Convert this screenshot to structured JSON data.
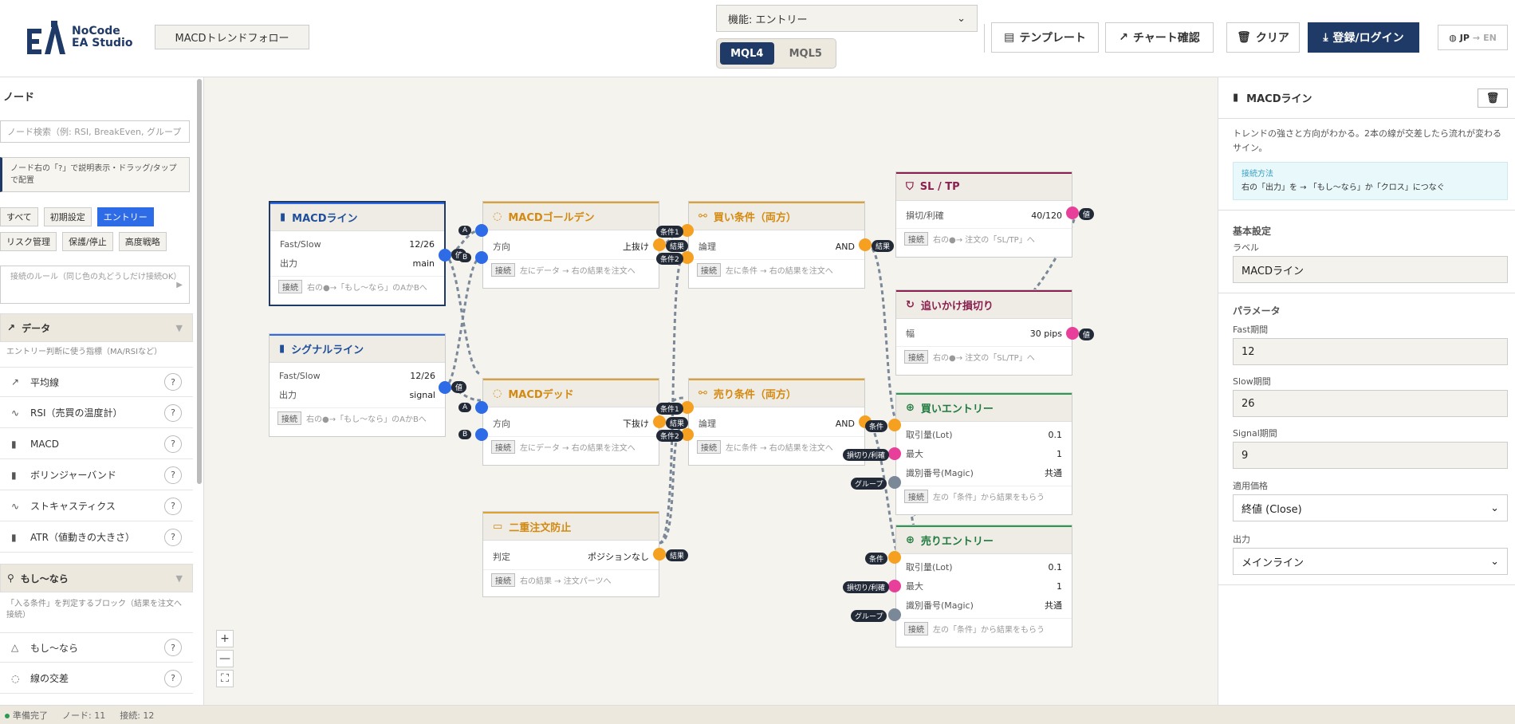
{
  "header": {
    "logo_line1": "NoCode",
    "logo_line2": "EA Studio",
    "strategy_name": "MACDトレンドフォロー",
    "function_select": "機能: エントリー",
    "mql4": "MQL4",
    "mql5": "MQL5",
    "template_btn": "テンプレート",
    "chart_btn": "チャート確認",
    "clear_btn": "クリア",
    "login_btn": "登録/ログイン",
    "lang_jp": "JP",
    "lang_arrow": "→",
    "lang_en": "EN"
  },
  "left": {
    "title": "ノード",
    "search_placeholder": "ノード検索（例: RSI, BreakEven, グループ",
    "help": "ノード右の「?」で説明表示・ドラッグ/タップで配置",
    "chips": [
      "すべて",
      "初期設定",
      "エントリー",
      "リスク管理",
      "保護/停止",
      "高度戦略"
    ],
    "rule": "接続のルール（同じ色の丸どうしだけ接続OK）",
    "cat_data": "データ",
    "cat_data_desc": "エントリー判断に使う指標（MA/RSIなど）",
    "items_data": [
      "平均線",
      "RSI（売買の温度計）",
      "MACD",
      "ボリンジャーバンド",
      "ストキャスティクス",
      "ATR（値動きの大きさ）"
    ],
    "cat_if": "もし〜なら",
    "cat_if_desc": "「入る条件」を判定するブロック（結果を注文へ接続）",
    "items_if": [
      "もし〜なら",
      "線の交差"
    ],
    "q": "?"
  },
  "nodes": {
    "macd_line": {
      "title": "MACDライン",
      "r1k": "Fast/Slow",
      "r1v": "12/26",
      "r2k": "出力",
      "r2v": "main",
      "tag": "接続",
      "foot": "右の●→「もし〜なら」のAかBへ"
    },
    "signal_line": {
      "title": "シグナルライン",
      "r1k": "Fast/Slow",
      "r1v": "12/26",
      "r2k": "出力",
      "r2v": "signal",
      "tag": "接続",
      "foot": "右の●→「もし〜なら」のAかBへ"
    },
    "golden": {
      "title": "MACDゴールデン",
      "r1k": "方向",
      "r1v": "上抜け",
      "tag": "接続",
      "foot": "左にデータ → 右の結果を注文へ"
    },
    "dead": {
      "title": "MACDデッド",
      "r1k": "方向",
      "r1v": "下抜け",
      "tag": "接続",
      "foot": "左にデータ → 右の結果を注文へ"
    },
    "buy_cond": {
      "title": "買い条件（両方）",
      "r1k": "論理",
      "r1v": "AND",
      "tag": "接続",
      "foot": "左に条件 → 右の結果を注文へ"
    },
    "sell_cond": {
      "title": "売り条件（両方）",
      "r1k": "論理",
      "r1v": "AND",
      "tag": "接続",
      "foot": "左に条件 → 右の結果を注文へ"
    },
    "double": {
      "title": "二重注文防止",
      "r1k": "判定",
      "r1v": "ポジションなし",
      "tag": "接続",
      "foot": "右の結果 → 注文パーツへ"
    },
    "sltp": {
      "title": "SL / TP",
      "r1k": "損切/利確",
      "r1v": "40/120",
      "tag": "接続",
      "foot": "右の●→ 注文の「SL/TP」へ"
    },
    "trail": {
      "title": "追いかけ損切り",
      "r1k": "幅",
      "r1v": "30 pips",
      "tag": "接続",
      "foot": "右の●→ 注文の「SL/TP」へ"
    },
    "buy_entry": {
      "title": "買いエントリー",
      "r1k": "取引量(Lot)",
      "r1v": "0.1",
      "r2k": "最大",
      "r2v": "1",
      "r3k": "識別番号(Magic)",
      "r3v": "共通",
      "tag": "接続",
      "foot": "左の「条件」から結果をもらう"
    },
    "sell_entry": {
      "title": "売りエントリー",
      "r1k": "取引量(Lot)",
      "r1v": "0.1",
      "r2k": "最大",
      "r2v": "1",
      "r3k": "識別番号(Magic)",
      "r3v": "共通",
      "tag": "接続",
      "foot": "左の「条件」から結果をもらう"
    }
  },
  "ports": {
    "value": "値",
    "a": "A",
    "b": "B",
    "cond1": "条件1",
    "cond2": "条件2",
    "result": "結果",
    "cond": "条件",
    "sltp": "損切り/利確",
    "group": "グループ"
  },
  "zoom": {
    "in": "+",
    "out": "—",
    "fit": "⛶"
  },
  "right": {
    "title": "MACDライン",
    "desc": "トレンドの強さと方向がわかる。2本の線が交差したら流れが変わるサイン。",
    "conn_title": "接続方法",
    "conn_text": "右の「出力」を → 「もし〜なら」か「クロス」につなぐ",
    "basic": "基本設定",
    "label_lbl": "ラベル",
    "label_val": "MACDライン",
    "params": "パラメータ",
    "fast_lbl": "Fast期間",
    "fast_val": "12",
    "slow_lbl": "Slow期間",
    "slow_val": "26",
    "signal_lbl": "Signal期間",
    "signal_val": "9",
    "price_lbl": "適用価格",
    "price_val": "終値 (Close)",
    "output_lbl": "出力",
    "output_val": "メインライン"
  },
  "status": {
    "ready": "準備完了",
    "nodes": "ノード: 11",
    "edges": "接続: 12"
  },
  "colors": {
    "brand": "#1f3a66",
    "accent_blue": "#2e6be6",
    "port_orange": "#f5a020",
    "port_pink": "#e8409a"
  }
}
